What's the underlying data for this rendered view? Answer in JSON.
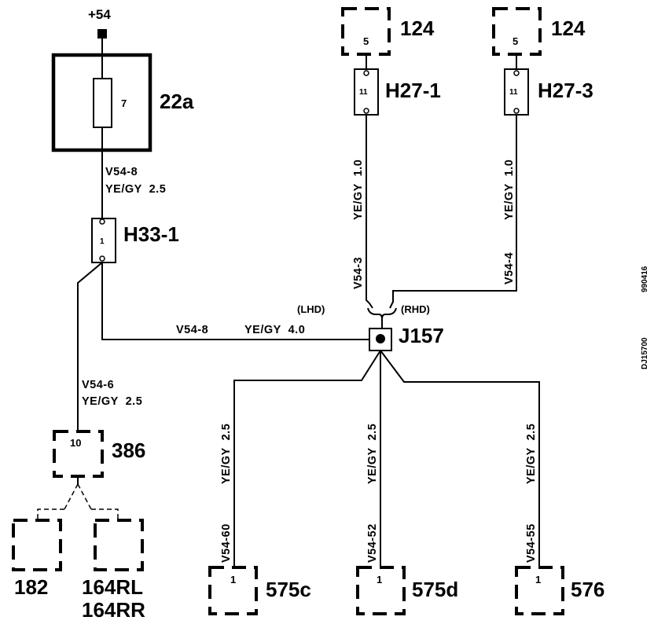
{
  "supply": {
    "label": "+54"
  },
  "fuse": {
    "pin": "7",
    "name": "22a"
  },
  "wires": {
    "fuse_to_h33": {
      "code": "V54-8",
      "spec": "YE/GY  2.5"
    },
    "h33_to_j157": {
      "code": "V54-8",
      "spec": "YE/GY  4.0"
    },
    "h33_to_386": {
      "code": "V54-6",
      "spec": "YE/GY  2.5"
    },
    "h27_1_to_j157": {
      "code": "V54-3",
      "spec": "YE/GY  1.0"
    },
    "h27_3_to_j157": {
      "code": "V54-4",
      "spec": "YE/GY  1.0"
    },
    "j157_to_575c": {
      "code": "V54-60",
      "spec": "YE/GY  2.5"
    },
    "j157_to_575d": {
      "code": "V54-52",
      "spec": "YE/GY  2.5"
    },
    "j157_to_576": {
      "code": "V54-55",
      "spec": "YE/GY  2.5"
    }
  },
  "connectors": {
    "h33": {
      "pin": "1",
      "name": "H33-1"
    },
    "h27_1": {
      "pin": "11",
      "name": "H27-1"
    },
    "h27_3": {
      "pin": "11",
      "name": "H27-3"
    }
  },
  "modules": {
    "m124a": {
      "pin": "5",
      "name": "124"
    },
    "m124b": {
      "pin": "5",
      "name": "124"
    },
    "m386": {
      "pin": "10",
      "name": "386"
    },
    "m182": {
      "name": "182"
    },
    "m164": {
      "name1": "164RL",
      "name2": "164RR"
    },
    "m575c": {
      "pin": "1",
      "name": "575c"
    },
    "m575d": {
      "pin": "1",
      "name": "575d"
    },
    "m576": {
      "pin": "1",
      "name": "576"
    }
  },
  "splice": {
    "name": "J157",
    "lhd": "(LHD)",
    "rhd": "(RHD)"
  },
  "drawing_ids": {
    "id1": "DJ15700",
    "id2": "990416"
  }
}
